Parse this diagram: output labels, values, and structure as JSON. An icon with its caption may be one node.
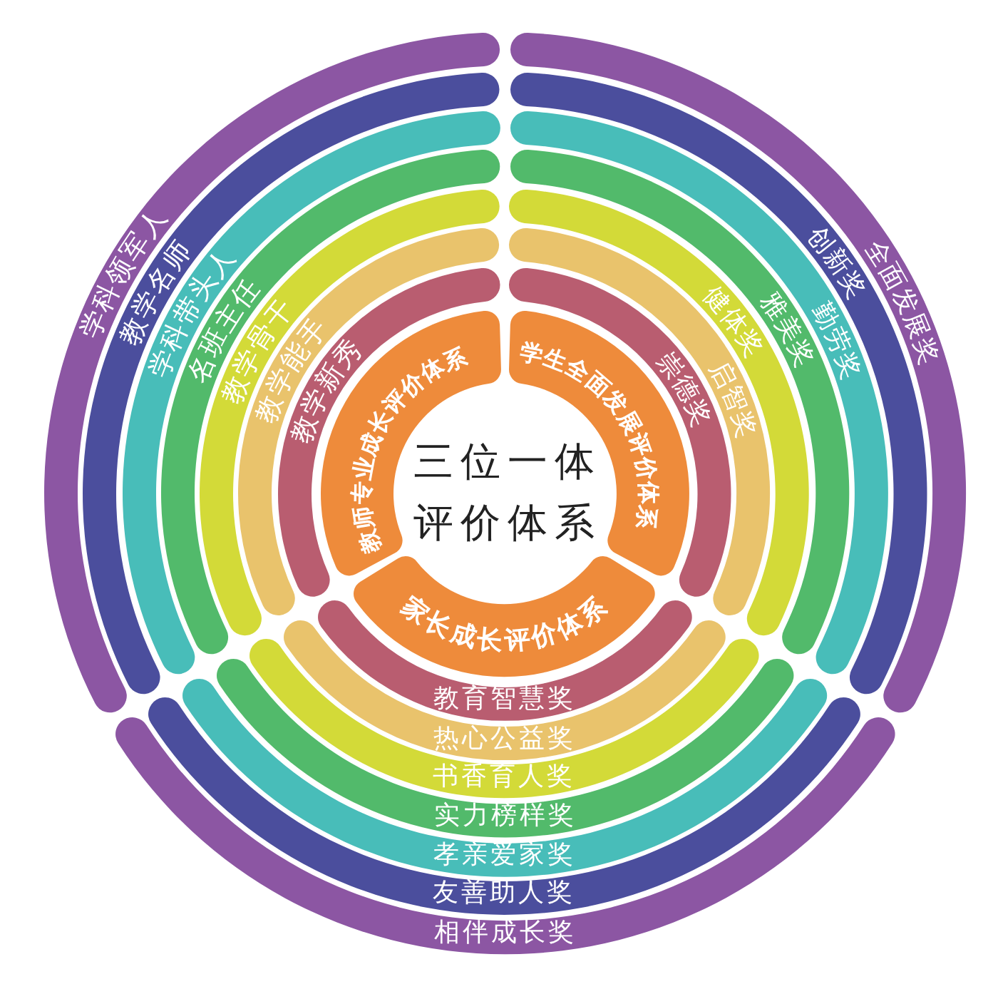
{
  "diagram": {
    "nodes": [
      {
        "text": [
          "教师专业成长评价体系"
        ]
      },
      {
        "text": [
          "学生全面发展评价体系"
        ]
      },
      {
        "text": [
          "家长成长评价体系"
        ]
      },
      {
        "text": [
          "教学新秀"
        ]
      },
      {
        "text": [
          "教学能手"
        ]
      },
      {
        "text": [
          "教学骨干"
        ]
      },
      {
        "text": [
          "名班主任"
        ]
      },
      {
        "text": [
          "学科带头人"
        ]
      },
      {
        "text": [
          "教学名师"
        ]
      },
      {
        "text": [
          "学科领军人"
        ]
      },
      {
        "text": [
          "崇德奖"
        ]
      },
      {
        "text": [
          "启智奖"
        ]
      },
      {
        "text": [
          "健体奖"
        ]
      },
      {
        "text": [
          "雅美奖"
        ]
      },
      {
        "text": [
          "勤劳奖"
        ]
      },
      {
        "text": [
          "创新奖"
        ]
      },
      {
        "text": [
          "全面发展奖"
        ]
      },
      {
        "text": [
          "教育智慧奖"
        ]
      },
      {
        "text": [
          "热心公益奖"
        ]
      },
      {
        "text": [
          "书香育人奖"
        ]
      },
      {
        "text": [
          "实力榜样奖"
        ]
      },
      {
        "text": [
          "孝亲爱家奖"
        ]
      },
      {
        "text": [
          "友善助人奖"
        ]
      },
      {
        "text": [
          "相伴成长奖"
        ]
      }
    ],
    "labels": [
      "三位一体评价体系"
    ]
  }
}
